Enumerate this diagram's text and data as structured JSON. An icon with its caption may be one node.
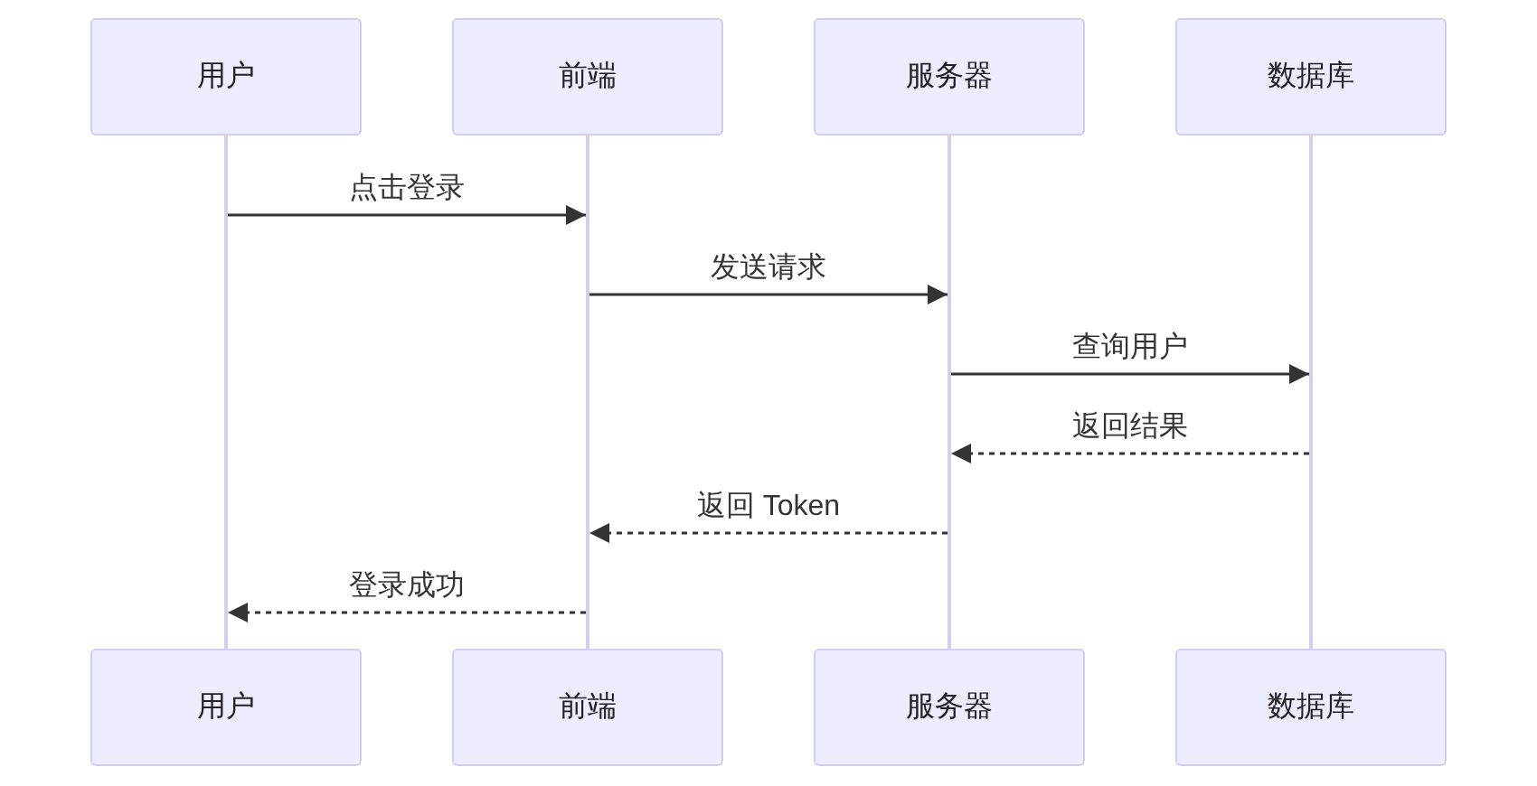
{
  "diagram": {
    "nodes": [
      {
        "text": [
          "用户"
        ]
      },
      {
        "text": [
          "前端"
        ]
      },
      {
        "text": [
          "服务器"
        ]
      },
      {
        "text": [
          "数据库"
        ]
      },
      {
        "text": [],
        "shape": "bar"
      },
      {
        "text": [],
        "shape": "bar"
      },
      {
        "text": [],
        "shape": "bar"
      },
      {
        "text": [],
        "shape": "bar"
      },
      {
        "text": [
          "用户"
        ]
      },
      {
        "text": [
          "前端"
        ]
      },
      {
        "text": [
          "服务器"
        ]
      },
      {
        "text": [
          "数据库"
        ]
      }
    ],
    "edges": [
      {
        "from": 4,
        "to": 5,
        "arrow": "to",
        "label": "点击登录"
      },
      {
        "from": 5,
        "to": 6,
        "arrow": "to",
        "label": "发送请求"
      },
      {
        "from": 6,
        "to": 7,
        "arrow": "to",
        "label": "查询用户"
      },
      {
        "from": 7,
        "to": 6,
        "arrow": "to",
        "label": "返回结果",
        "style": "dashed"
      },
      {
        "from": 6,
        "to": 5,
        "arrow": "to",
        "label": "返回 Token",
        "style": "dashed"
      },
      {
        "from": 5,
        "to": 4,
        "arrow": "to",
        "label": "登录成功",
        "style": "dashed"
      }
    ]
  }
}
